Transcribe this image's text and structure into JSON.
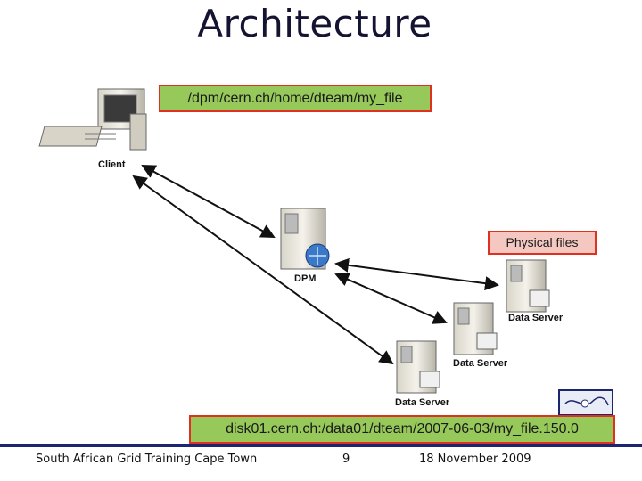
{
  "title": "Architecture",
  "logical_path": "/dpm/cern.ch/home/dteam/my_file",
  "physical_files_label": "Physical files",
  "physical_path": "disk01.cern.ch:/data01/dteam/2007-06-03/my_file.150.0",
  "nodes": {
    "client": "Client",
    "dpm": "DPM",
    "data_server_1": "Data Server",
    "data_server_2": "Data Server",
    "data_server_3": "Data Server"
  },
  "footer": {
    "left": "South African Grid Training Cape Town",
    "page": "9",
    "date": "18 November 2009"
  },
  "colors": {
    "title": "#141432",
    "label_green": "#96c85a",
    "label_pink": "#f4c8c0",
    "label_border": "#e03020",
    "footer_rule": "#1d2570"
  }
}
